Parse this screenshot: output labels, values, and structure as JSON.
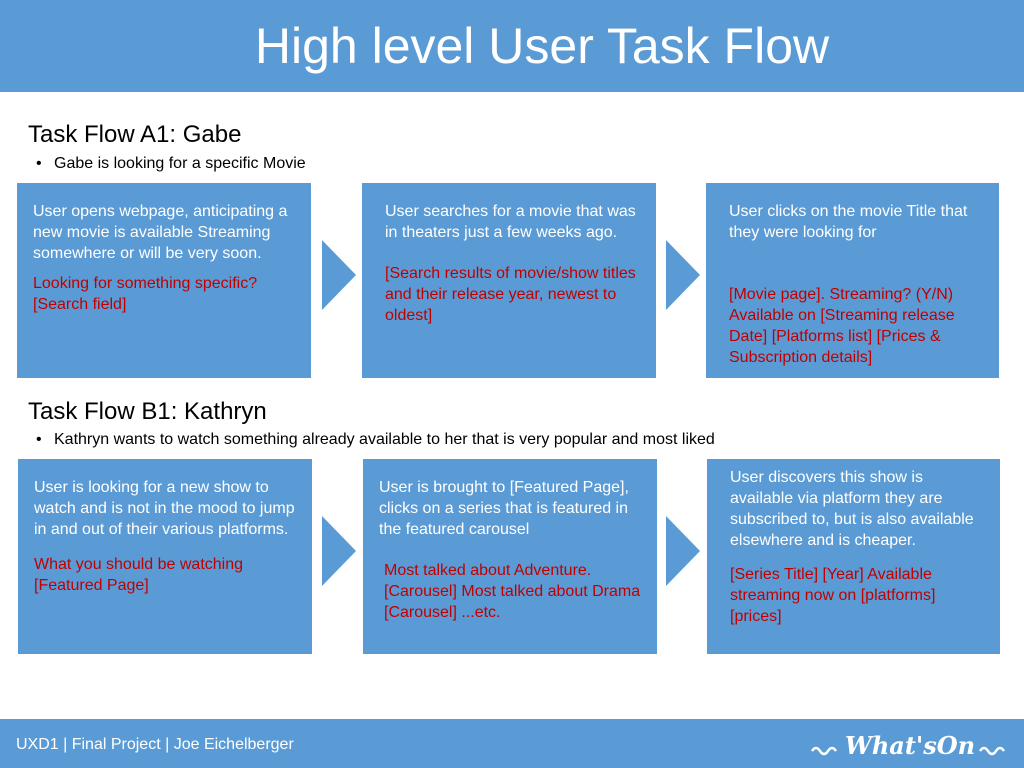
{
  "title": "High level User Task Flow",
  "flows": [
    {
      "heading": "Task Flow A1: Gabe",
      "bullet": "Gabe is looking for a specific Movie",
      "steps": [
        {
          "text": "User opens webpage, anticipating a new movie is available Streaming somewhere or will be very soon.",
          "note": "Looking for something specific? [Search field]"
        },
        {
          "text": "User searches for a movie that was in theaters just a few weeks ago.",
          "note": "[Search results of movie/show titles and their release year, newest to oldest]"
        },
        {
          "text": "User clicks on the movie Title that they were looking for",
          "note": "[Movie page]. Streaming? (Y/N) Available on [Streaming release Date] [Platforms list] [Prices & Subscription details]"
        }
      ]
    },
    {
      "heading": "Task Flow B1: Kathryn",
      "bullet": "Kathryn wants to watch something already available to her that is very popular and most liked",
      "steps": [
        {
          "text": "User is looking for a new show to watch and is not in the mood to jump in and out of their various platforms.",
          "note": "What you should be watching [Featured Page]"
        },
        {
          "text": "User is brought to [Featured Page], clicks on a series that is featured in the featured carousel",
          "note": "Most talked about Adventure. [Carousel] Most talked about Drama [Carousel] ...etc."
        },
        {
          "text": "User discovers this show is available via platform they are subscribed to, but is also available elsewhere and is cheaper.",
          "note": "[Series Title] [Year] Available streaming now on [platforms] [prices]"
        }
      ]
    }
  ],
  "footer": {
    "text": "UXD1 | Final Project | Joe Eichelberger",
    "logo_text": "What'sOn"
  },
  "colors": {
    "primary": "#5b9bd5",
    "note": "#c00000",
    "text_on_primary": "#ffffff"
  }
}
